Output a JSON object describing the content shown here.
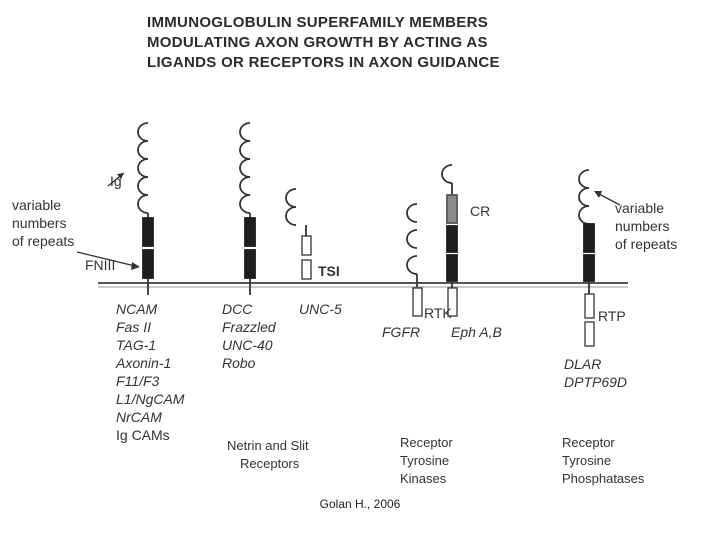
{
  "title": {
    "line1": "IMMUNOGLOBULIN SUPERFAMILY MEMBERS",
    "line2": "MODULATING AXON GROWTH BY ACTING AS",
    "line3": "LIGANDS OR RECEPTORS IN AXON GUIDANCE"
  },
  "left_annotations": {
    "ig": "Ig",
    "variable_1": "variable",
    "variable_2": "numbers",
    "variable_3": "of repeats",
    "fniii": "FNIII"
  },
  "right_annotations": {
    "variable_1": "variable",
    "variable_2": "numbers",
    "variable_3": "of repeats"
  },
  "domain_labels": {
    "tsi": "TSI",
    "cr": "CR",
    "rtk": "RTK",
    "rtp": "RTP"
  },
  "group_ig_cams": {
    "members": [
      "NCAM",
      "Fas II",
      "TAG-1",
      "Axonin-1",
      "F11/F3",
      "L1/NgCAM",
      "NrCAM",
      "Ig CAMs"
    ]
  },
  "group_netrin": {
    "members": [
      "DCC",
      "Frazzled",
      "UNC-40",
      "Robo"
    ],
    "category_1": "Netrin and Slit",
    "category_2": "Receptors"
  },
  "group_unc5": {
    "member": "UNC-5"
  },
  "group_rtk": {
    "fgfr": "FGFR",
    "eph": "Eph A,B",
    "category_1": "Receptor",
    "category_2": "Tyrosine",
    "category_3": "Kinases"
  },
  "group_rtp": {
    "members": [
      "DLAR",
      "DPTP69D"
    ],
    "category_1": "Receptor",
    "category_2": "Tyrosine",
    "category_3": "Phosphatases"
  },
  "credit": "Golan H., 2006",
  "colors": {
    "ink": "#2b2b2b",
    "fniii_fill": "#1e1e1e",
    "cr_fill": "#8a8a8a",
    "membrane": "#444444"
  }
}
